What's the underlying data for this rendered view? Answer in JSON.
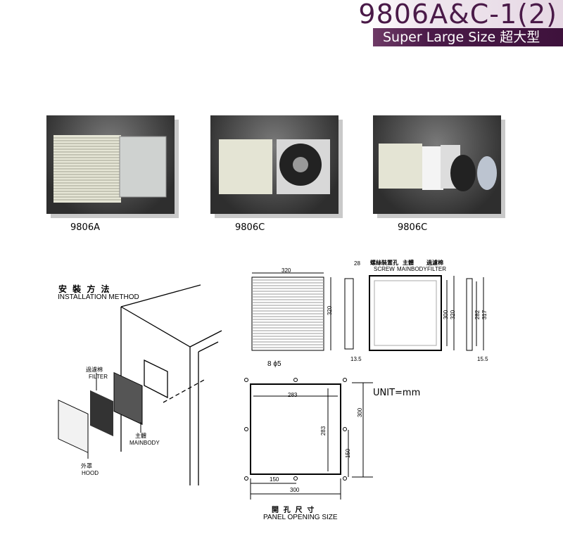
{
  "header": {
    "title": "9806A&C-1(2)",
    "subtitle": "Super Large Size 超大型"
  },
  "products": [
    {
      "label": "9806A"
    },
    {
      "label": "9806C"
    },
    {
      "label": "9806C"
    }
  ],
  "installation": {
    "title_cn": "安 裝 方 法",
    "title_en": "INSTALLATION METHOD",
    "filter_cn": "過濾棉",
    "filter_en": "FILTER",
    "mainbody_cn": "主體",
    "mainbody_en": "MAINBODY",
    "hood_cn": "外罩",
    "hood_en": "HOOD"
  },
  "dimensions": {
    "front_width": "320",
    "front_height": "320",
    "side_depth": "28",
    "side_bottom": "13.5",
    "screw_cn": "螺絲裝置孔",
    "screw_en": "SCREW",
    "mainbody_cn": "主體",
    "mainbody_en": "MAINBODY",
    "filter_cn": "過濾棉",
    "filter_en": "FILTER",
    "back_inner": "300",
    "back_outer": "320",
    "side2_inner": "282",
    "side2_outer": "317",
    "side2_bottom": "15.5"
  },
  "panel": {
    "holes": "8 ϕ5",
    "width_inner": "283",
    "height_inner": "283",
    "height_total": "300",
    "height_half": "150",
    "width_half": "150",
    "width_total": "300",
    "unit": "UNIT=mm",
    "title_cn": "開 孔 尺 寸",
    "title_en": "PANEL OPENING SIZE"
  }
}
